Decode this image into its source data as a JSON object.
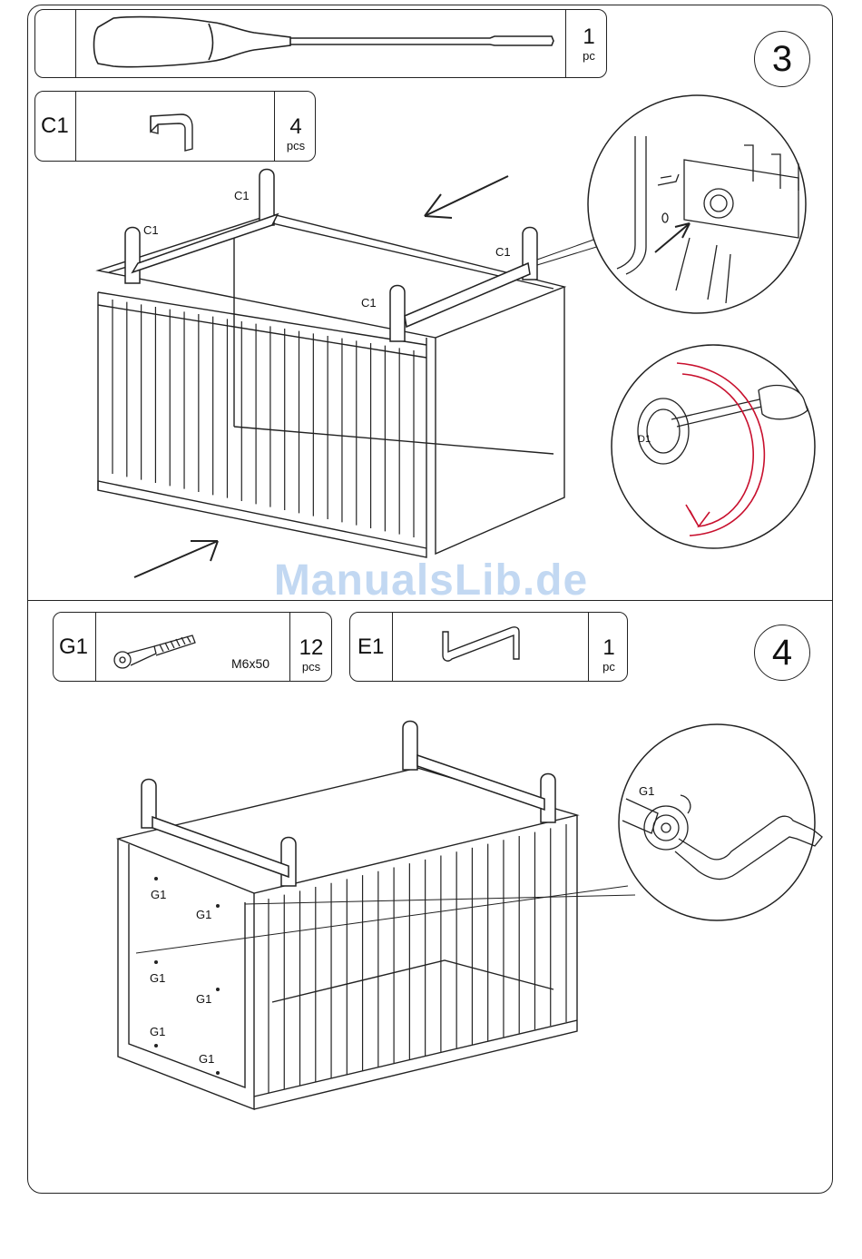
{
  "step3": {
    "number": "3",
    "tool": {
      "qty": "1",
      "unit": "pc"
    },
    "part": {
      "code": "C1",
      "qty": "4",
      "unit": "pcs"
    },
    "callouts": [
      "C1",
      "C1",
      "C1",
      "C1"
    ],
    "detail_label": "D1"
  },
  "step4": {
    "number": "4",
    "part_g": {
      "code": "G1",
      "spec": "M6x50",
      "qty": "12",
      "unit": "pcs"
    },
    "part_e": {
      "code": "E1",
      "qty": "1",
      "unit": "pc"
    },
    "callouts": [
      "G1",
      "G1",
      "G1",
      "G1",
      "G1",
      "G1"
    ],
    "detail_label": "G1"
  },
  "watermark": "ManualsLib.de",
  "colors": {
    "line": "#222222",
    "rotate_arrow": "#c8102e",
    "watermark": "#b8d2f0"
  },
  "icons": [
    "screwdriver-icon",
    "cam-lock-clip-icon",
    "bolt-icon",
    "allen-key-icon"
  ]
}
